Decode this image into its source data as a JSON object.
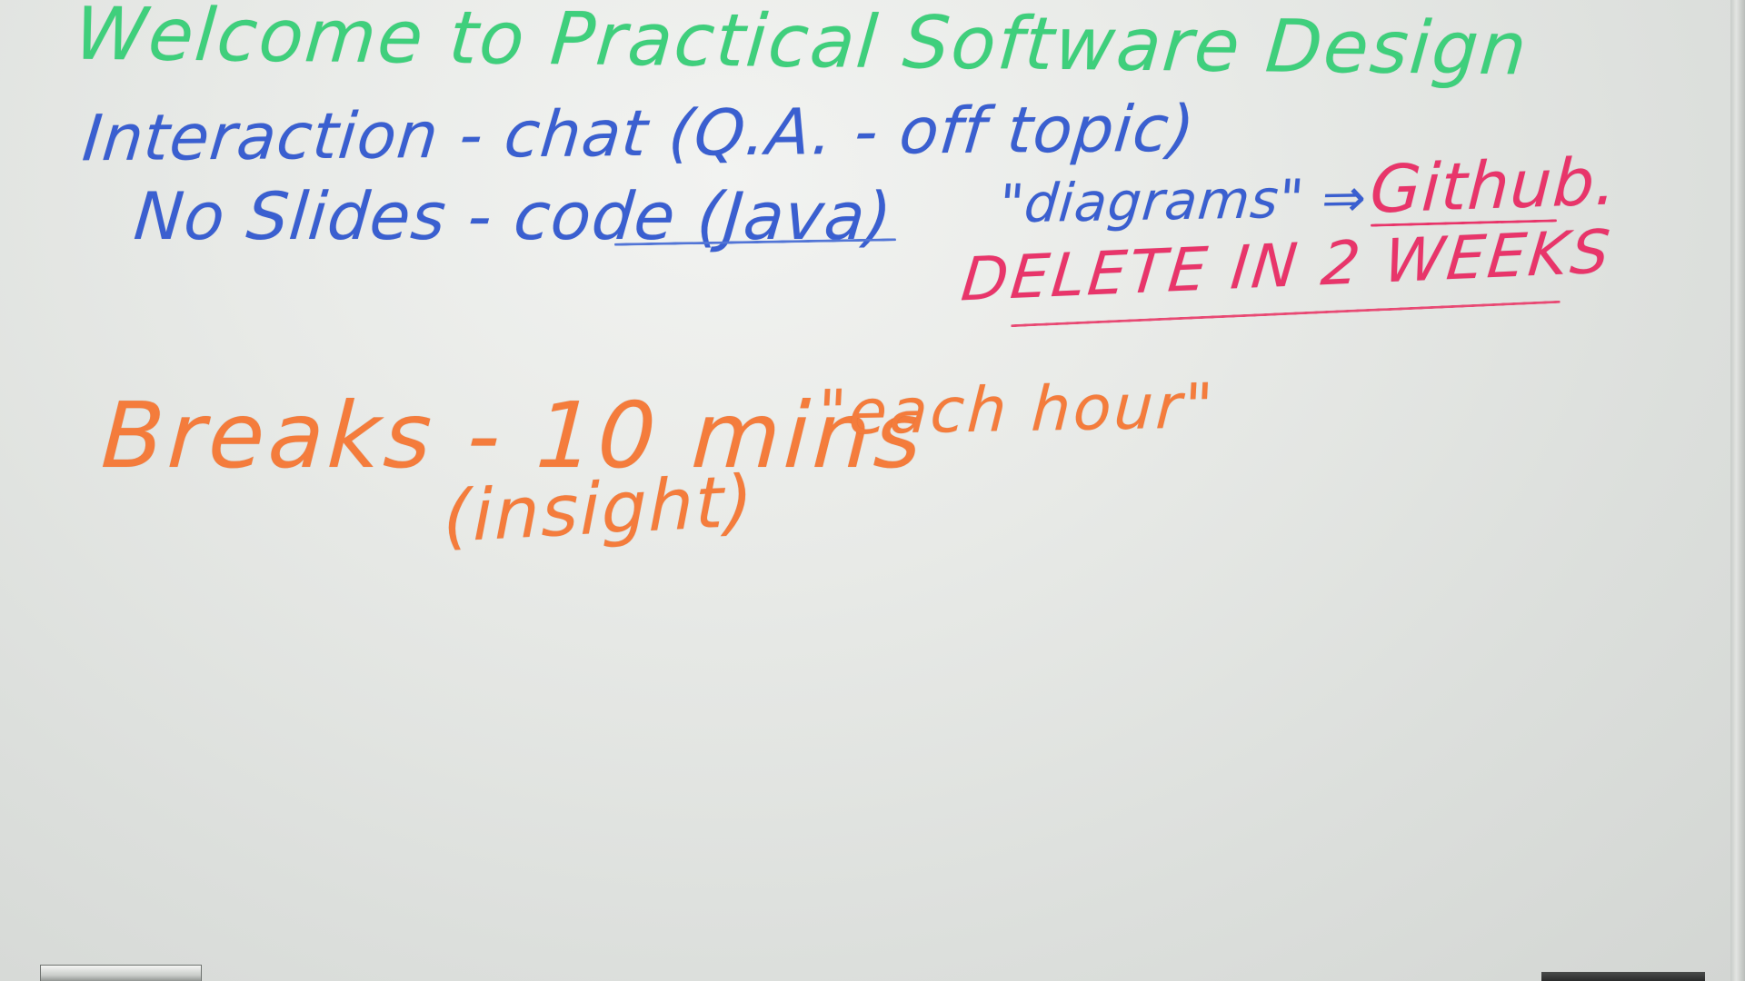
{
  "board": {
    "title": "Welcome to Practical Software Design",
    "interaction_line": "Interaction - chat (Q.A. - off topic)",
    "noslides_line": "No Slides - code (Java)",
    "diagrams_note": "\"diagrams\" ⇒",
    "github_label": "Github.",
    "delete_note": "DELETE IN 2 WEEKS",
    "breaks_line": "Breaks - 10 mins",
    "each_hour": "\"each hour\"",
    "insight": "(insight)"
  },
  "colors": {
    "title": "#3fcf7c",
    "agenda": "#3a5fd0",
    "github_note": "#e8356a",
    "breaks": "#f47c3c",
    "board": "#e6e8e5"
  }
}
